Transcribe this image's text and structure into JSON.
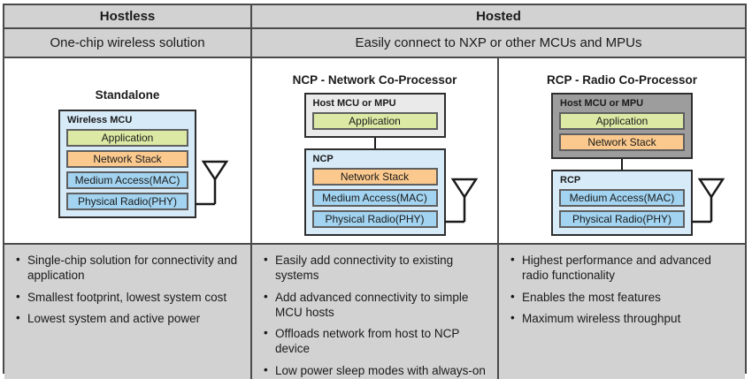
{
  "colors": {
    "header_bg": "#d2d2d2",
    "border_dark": "#4a4a4a",
    "chip_bg": "#d6eaf8",
    "host_light": "#eaeaea",
    "host_dark": "#9d9d9d",
    "layer_application": "#dbe9a4",
    "layer_network": "#fbc98e",
    "layer_radio": "#a2d3f0"
  },
  "header": {
    "hostless": "Hostless",
    "hosted": "Hosted",
    "hostless_sub": "One-chip wireless solution",
    "hosted_sub": "Easily connect to NXP or other MCUs and MPUs"
  },
  "diagrams": {
    "standalone": {
      "title": "Standalone",
      "box_label": "Wireless MCU",
      "layers": [
        "Application",
        "Network Stack",
        "Medium Access(MAC)",
        "Physical Radio(PHY)"
      ]
    },
    "ncp": {
      "title": "NCP - Network Co-Processor",
      "host_label": "Host MCU or MPU",
      "host_layers": [
        "Application"
      ],
      "box_label": "NCP",
      "layers": [
        "Network Stack",
        "Medium Access(MAC)",
        "Physical Radio(PHY)"
      ]
    },
    "rcp": {
      "title": "RCP - Radio Co-Processor",
      "host_label": "Host MCU or MPU",
      "host_layers": [
        "Application",
        "Network Stack"
      ],
      "box_label": "RCP",
      "layers": [
        "Medium Access(MAC)",
        "Physical Radio(PHY)"
      ]
    }
  },
  "bullets": {
    "standalone": [
      "Single-chip solution for connectivity and application",
      "Smallest footprint, lowest system cost",
      "Lowest system and active power"
    ],
    "ncp": [
      "Easily add connectivity to existing systems",
      "Add advanced connectivity to simple MCU hosts",
      "Offloads network from host to NCP device",
      "Low power sleep modes with always-on radio"
    ],
    "rcp": [
      "Highest performance and advanced radio functionality",
      "Enables the most features",
      "Maximum wireless throughput"
    ]
  }
}
